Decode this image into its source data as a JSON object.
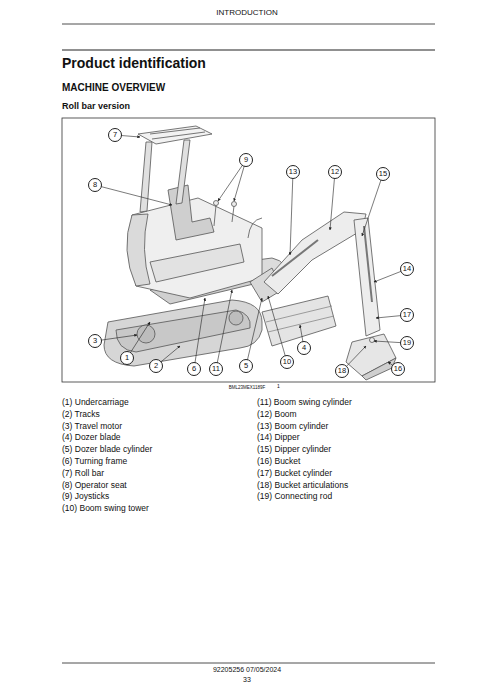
{
  "diagram": {
    "title": "Product identification",
    "nodes": [
      {
        "text": [
          "7"
        ]
      },
      {
        "text": [
          "9"
        ]
      },
      {
        "text": [
          "8"
        ]
      },
      {
        "text": [
          "13"
        ]
      },
      {
        "text": [
          "12"
        ]
      },
      {
        "text": [
          "15"
        ]
      },
      {
        "text": [
          "14"
        ]
      },
      {
        "text": [
          "17"
        ]
      },
      {
        "text": [
          "3"
        ]
      },
      {
        "text": [
          "4"
        ]
      },
      {
        "text": [
          "19"
        ]
      },
      {
        "text": [
          "1"
        ]
      },
      {
        "text": [
          "2"
        ]
      },
      {
        "text": [
          "6"
        ]
      },
      {
        "text": [
          "11"
        ]
      },
      {
        "text": [
          "5"
        ]
      },
      {
        "text": [
          "10"
        ]
      },
      {
        "text": [
          "18"
        ]
      },
      {
        "text": [
          "16"
        ]
      }
    ],
    "labels": [
      "INTRODUCTION",
      "MACHINE OVERVIEW",
      "Roll bar version",
      "BML23MEX1189F",
      "1",
      "(1) Undercarriage",
      "(2) Tracks",
      "(3) Travel motor",
      "(4) Dozer blade",
      "(5) Dozer blade cylinder",
      "(6) Turning frame",
      "(7) Roll bar",
      "(8) Operator seat",
      "(9) Joysticks",
      "(10) Boom swing tower",
      "(11) Boom swing cylinder",
      "(12) Boom",
      "(13) Boom cylinder",
      "(14) Dipper",
      "(15) Dipper cylinder",
      "(16) Bucket",
      "(17) Bucket cylinder",
      "(18) Bucket articulations",
      "(19) Connecting rod",
      "92205256 07/05/2024",
      "33"
    ]
  }
}
